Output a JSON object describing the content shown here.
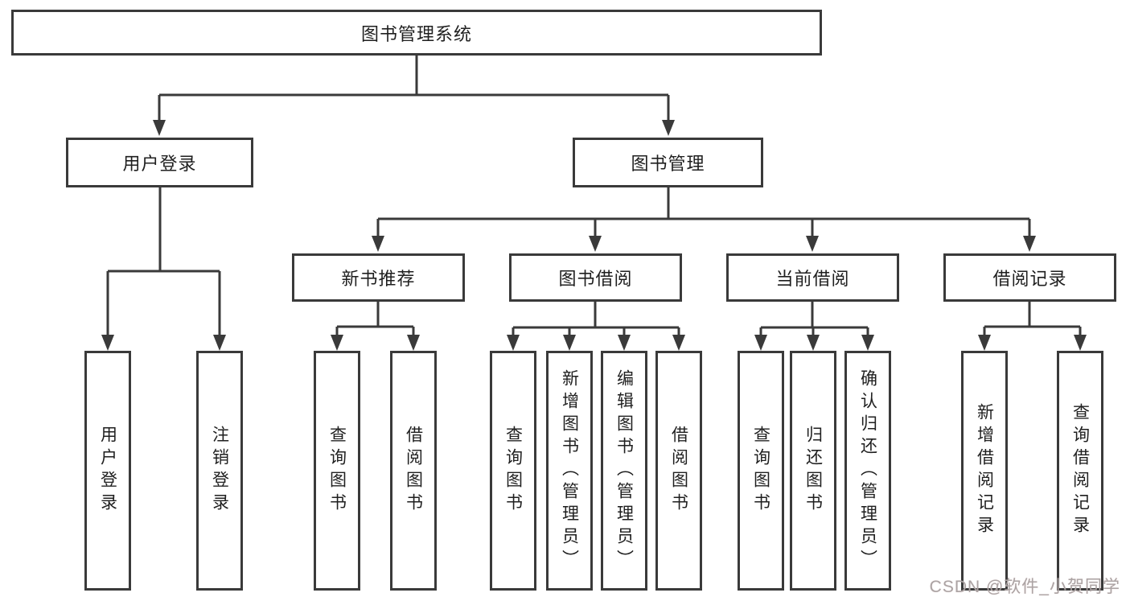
{
  "diagram": {
    "title": "图书管理系统",
    "root": {
      "label": "图书管理系统"
    },
    "level1": [
      {
        "label": "用户登录"
      },
      {
        "label": "图书管理"
      }
    ],
    "level2": [
      {
        "label": "新书推荐"
      },
      {
        "label": "图书借阅"
      },
      {
        "label": "当前借阅"
      },
      {
        "label": "借阅记录"
      }
    ],
    "leaves": {
      "user_login": [
        {
          "label": "用户登录"
        },
        {
          "label": "注销登录"
        }
      ],
      "new_book_recommend": [
        {
          "label": "查询图书"
        },
        {
          "label": "借阅图书"
        }
      ],
      "book_borrow": [
        {
          "label": "查询图书"
        },
        {
          "label": "新增图书（管理员）"
        },
        {
          "label": "编辑图书（管理员）"
        },
        {
          "label": "借阅图书"
        }
      ],
      "current_borrow": [
        {
          "label": "查询图书"
        },
        {
          "label": "归还图书"
        },
        {
          "label": "确认归还（管理员）"
        }
      ],
      "borrow_record": [
        {
          "label": "新增借阅记录"
        },
        {
          "label": "查询借阅记录"
        }
      ]
    }
  },
  "watermark": "CSDN @软件_小贺同学",
  "colors": {
    "line": "#3a3a3a",
    "box_border": "#3a3a3a",
    "text": "#1f1f1f",
    "background": "#ffffff",
    "watermark_text": "#aba4a4"
  }
}
